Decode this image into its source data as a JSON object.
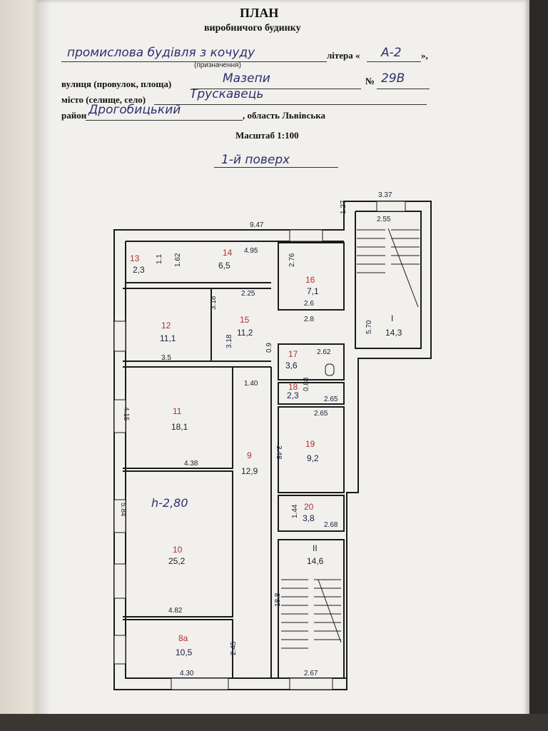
{
  "header": {
    "title": "ПЛАН",
    "subtitle": "виробничого будинку",
    "purpose_value": "промислова будівля з кочуду",
    "purpose_caption": "(призначення)",
    "letter_label": "літера «",
    "letter_value": "А-2",
    "letter_close": "»,",
    "street_label": "вулиця (провулок, площа)",
    "street_value": "Мазепи",
    "number_label": "№",
    "number_value": "29В",
    "city_label": "місто (селище, село)",
    "city_value": "Трускавець",
    "district_label": "район",
    "district_value": "Дрогобицький",
    "region_text": ", область Львівська",
    "scale": "Масштаб 1:100",
    "floor": "1-й поверх"
  },
  "plan": {
    "ceiling_height": "h-2,80",
    "rooms": [
      {
        "id": "13",
        "area": "2,3"
      },
      {
        "id": "14",
        "area": "6,5"
      },
      {
        "id": "16",
        "area": "7,1"
      },
      {
        "id": "12",
        "area": "11,1"
      },
      {
        "id": "15",
        "area": "11,2"
      },
      {
        "id": "I",
        "area": "14,3"
      },
      {
        "id": "17",
        "area": "3,6"
      },
      {
        "id": "18",
        "area": "2,3"
      },
      {
        "id": "11",
        "area": "18,1"
      },
      {
        "id": "19",
        "area": "9,2"
      },
      {
        "id": "9",
        "area": "12,9"
      },
      {
        "id": "20",
        "area": "3,8"
      },
      {
        "id": "10",
        "area": "25,2"
      },
      {
        "id": "II",
        "area": "14,6"
      },
      {
        "id": "8а",
        "area": "10,5"
      }
    ],
    "dims": [
      "3.37",
      "1.27",
      "2.55",
      "9.47",
      "4.95",
      "1.1",
      "1.62",
      "2.76",
      "2.25",
      "2.6",
      "3.18",
      "3.18",
      "2.8",
      "5.70",
      "3.5",
      "0.9",
      "2.62",
      "1.40",
      "2.65",
      "0.88",
      "2.65",
      "4.15",
      "3.48",
      "4.38",
      "1.44",
      "2.68",
      "5.84",
      "4.82",
      "18.8",
      "2.45",
      "4.30",
      "2.67"
    ]
  }
}
